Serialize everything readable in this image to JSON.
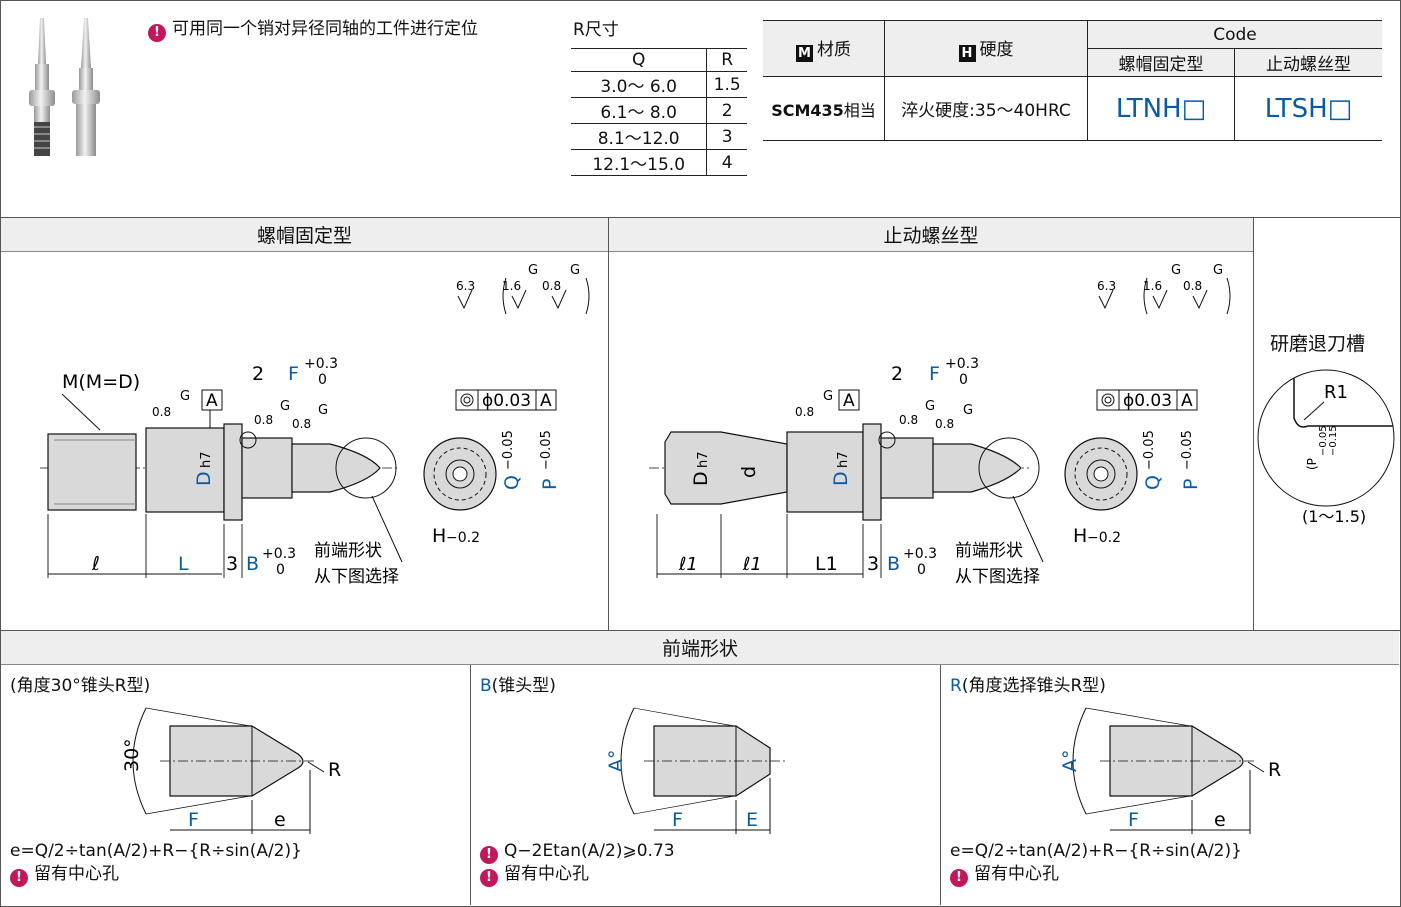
{
  "intro": {
    "note": "可用同一个销对异径同轴的工件进行定位"
  },
  "r_size_table": {
    "title": "R尺寸",
    "headers": [
      "Q",
      "R"
    ],
    "rows": [
      [
        "3.0～ 6.0",
        "1.5"
      ],
      [
        "6.1～ 8.0",
        "2"
      ],
      [
        "8.1～12.0",
        "3"
      ],
      [
        "12.1～15.0",
        "4"
      ]
    ]
  },
  "code_table": {
    "material_icon": "M",
    "material_label": "材质",
    "hardness_icon": "H",
    "hardness_label": "硬度",
    "code_label": "Code",
    "type1": "螺帽固定型",
    "type2": "止动螺丝型",
    "material_value_bold": "SCM435",
    "material_value_suffix": "相当",
    "hardness_value": "淬火硬度:35～40HRC",
    "code1": "LTNH□",
    "code2": "LTSH□"
  },
  "sections": {
    "nut_type": "螺帽固定型",
    "screw_type": "止动螺丝型",
    "groove": "研磨退刀槽",
    "tip_shape": "前端形状"
  },
  "drawing_labels": {
    "surface_main": "6.3",
    "surface_a": "1.6",
    "surface_b": "0.8",
    "surface_g": "G",
    "thread": "M(M=D)",
    "datum": "A",
    "geo_tol": "ϕ0.03",
    "dim_2": "2",
    "dim_F": "F",
    "dim_plus03": "+0.3",
    "dim_zero": "0",
    "dim_minus005": "−0.05",
    "dim_minus02": "−0.2",
    "dim_D": "D",
    "dim_h7": "h7",
    "dim_d": "d",
    "dim_Q": "Q",
    "dim_P": "P",
    "dim_H": "H",
    "dim_l": "ℓ",
    "dim_l1": "ℓ1",
    "dim_L": "L",
    "dim_L1": "L1",
    "dim_3": "3",
    "dim_B": "B",
    "tip_note_1": "前端形状",
    "tip_note_2": "从下图选择",
    "groove_R1": "R1",
    "groove_p": "(P",
    "groove_tol1": "−0.05",
    "groove_tol2": "−0.15",
    "groove_range": "(1～1.5)"
  },
  "tip_shapes": {
    "tip1": {
      "title": "(角度30°锥头R型)",
      "angle": "30°",
      "r": "R",
      "f": "F",
      "e": "e",
      "formula": "e=Q/2÷tan(A/2)+R−{R÷sin(A/2)}",
      "note": "留有中心孔"
    },
    "tip2": {
      "prefix": "B",
      "title": "(锥头型)",
      "angle": "A°",
      "f": "F",
      "e": "E",
      "formula": "Q−2Etan(A/2)⩾0.73",
      "note": "留有中心孔"
    },
    "tip3": {
      "prefix": "R",
      "title": "(角度选择锥头R型)",
      "angle": "A°",
      "r": "R",
      "f": "F",
      "e": "e",
      "formula": "e=Q/2÷tan(A/2)+R−{R÷sin(A/2)}",
      "note": "留有中心孔"
    }
  },
  "colors": {
    "accent_blue": "#0b5aa6",
    "note_icon": "#c2185b",
    "part_fill": "#d9d9d9"
  }
}
